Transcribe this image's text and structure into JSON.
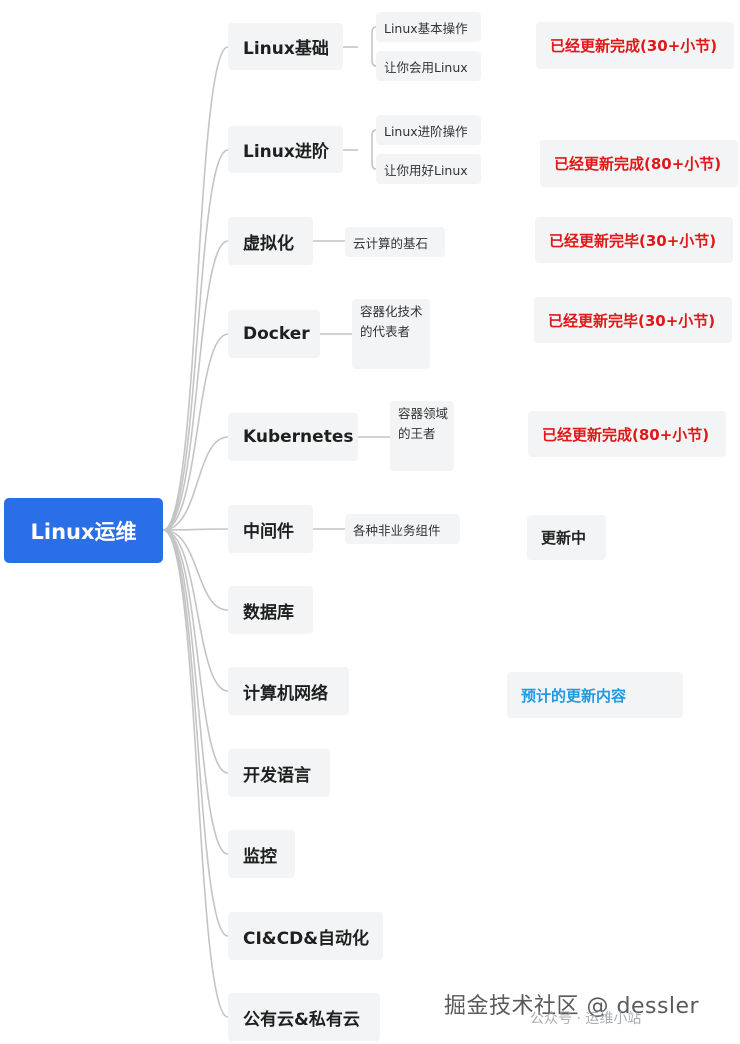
{
  "root": "Linux运维",
  "topics": [
    {
      "label": "Linux基础",
      "subs": [
        "Linux基本操作",
        "让你会用Linux"
      ],
      "note": "已经更新完成(30+小节)"
    },
    {
      "label": "Linux进阶",
      "subs": [
        "Linux进阶操作",
        "让你用好Linux"
      ],
      "note": "已经更新完成(80+小节)"
    },
    {
      "label": "虚拟化",
      "subs": [
        "云计算的基石"
      ],
      "note": "已经更新完毕(30+小节)"
    },
    {
      "label": "Docker",
      "subs": [
        "容器化技术的代表者"
      ],
      "note": "已经更新完毕(30+小节)"
    },
    {
      "label": "Kubernetes",
      "subs": [
        "容器领域的王者"
      ],
      "note": "已经更新完成(80+小节)"
    },
    {
      "label": "中间件",
      "subs": [
        "各种非业务组件"
      ],
      "note": "更新中"
    },
    {
      "label": "数据库",
      "subs": []
    },
    {
      "label": "计算机网络",
      "subs": []
    },
    {
      "label": "开发语言",
      "subs": []
    },
    {
      "label": "监控",
      "subs": []
    },
    {
      "label": "CI&CD&自动化",
      "subs": []
    },
    {
      "label": "公有云&私有云",
      "subs": []
    }
  ],
  "planned_note": "预计的更新内容",
  "colors": {
    "root_bg": "#2a6ee8",
    "node_bg": "#f3f4f5",
    "done": "#e01818",
    "planned": "#1e9be0",
    "line": "#c4c4c4"
  },
  "watermark": "掘金技术社区 @ dessler",
  "watermark_overlay": "公众号 · 运维小站"
}
